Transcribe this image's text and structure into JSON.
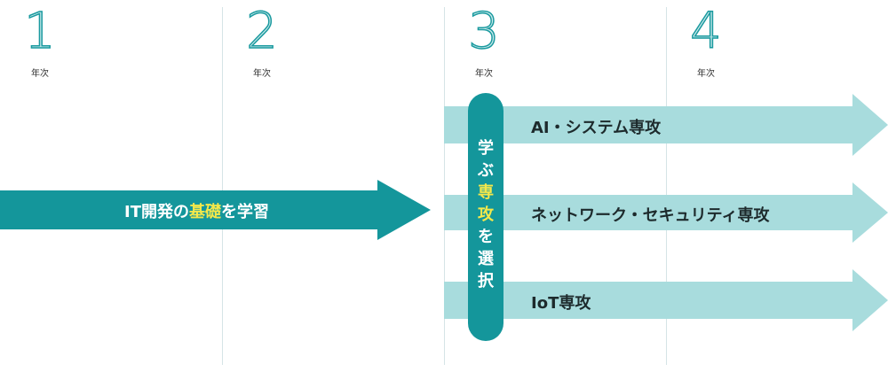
{
  "years": [
    {
      "number": "1",
      "label": "年次"
    },
    {
      "number": "2",
      "label": "年次"
    },
    {
      "number": "3",
      "label": "年次"
    },
    {
      "number": "4",
      "label": "年次"
    }
  ],
  "main_track": {
    "prefix": "IT開発の",
    "highlight": "基礎",
    "suffix": "を学習"
  },
  "selector": {
    "chars": [
      "学",
      "ぶ",
      "専",
      "攻",
      "を",
      "選",
      "択"
    ],
    "highlight_chars": [
      "専",
      "攻"
    ]
  },
  "specializations": [
    {
      "label": "AI・システム専攻"
    },
    {
      "label": "ネットワーク・セキュリティ専攻"
    },
    {
      "label": "IoT専攻"
    }
  ],
  "colors": {
    "dark_teal": "#14969b",
    "light_teal": "#a8dcdd",
    "highlight": "#f4e84a",
    "divider": "#d5e4e6"
  }
}
